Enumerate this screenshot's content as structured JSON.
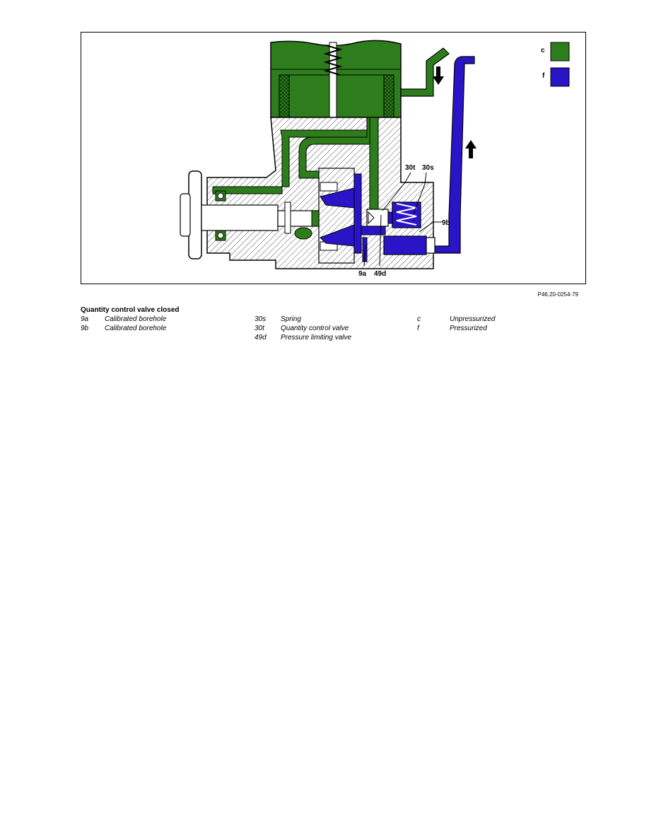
{
  "figure": {
    "code": "P46.20-0254-79",
    "swatches": [
      {
        "key": "c",
        "color": "#2e7d1c"
      },
      {
        "key": "f",
        "color": "#2a14c8"
      }
    ],
    "callouts": [
      "30t",
      "30s",
      "9b",
      "9a",
      "49d"
    ]
  },
  "caption": {
    "title": "Quantity control valve closed"
  },
  "legend": {
    "col1": [
      {
        "key": "9a",
        "label": "Calibrated borehole"
      },
      {
        "key": "9b",
        "label": "Calibrated borehole"
      }
    ],
    "col2": [
      {
        "key": "30s",
        "label": "Spring"
      },
      {
        "key": "30t",
        "label": "Quantity control valve"
      },
      {
        "key": "49d",
        "label": "Pressure limiting valve"
      }
    ],
    "col3": [
      {
        "key": "c",
        "label": "Unpressurized"
      },
      {
        "key": "f",
        "label": "Pressurized"
      }
    ]
  },
  "colors": {
    "unpressurized": "#2e7d1c",
    "pressurized": "#2a14c8",
    "housing": "#ffffff",
    "outline": "#000000"
  }
}
